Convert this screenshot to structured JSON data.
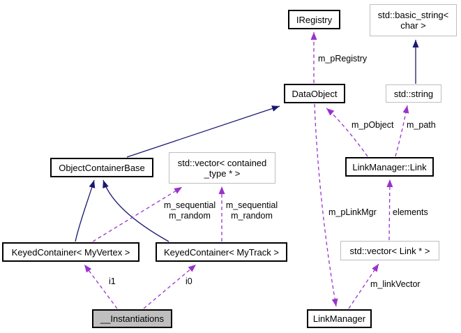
{
  "diagram": {
    "type": "collaboration-graph",
    "colors": {
      "inheritance_edge": "#191970",
      "usage_edge": "#9a32cd",
      "node_border": "#000000",
      "external_node_border": "#bebebe",
      "highlight_node_fill": "#bfbfbf",
      "background": "#ffffff"
    },
    "nodes": {
      "iregistry": {
        "label": "IRegistry"
      },
      "basic_string": {
        "label": "std::basic_string<\nchar >"
      },
      "dataobject": {
        "label": "DataObject"
      },
      "std_string": {
        "label": "std::string"
      },
      "object_container_base": {
        "label": "ObjectContainerBase"
      },
      "vector_contained_type": {
        "label": "std::vector< contained\n_type * >"
      },
      "linkmanager_link": {
        "label": "LinkManager::Link"
      },
      "keyed_container_myvertex": {
        "label": "KeyedContainer< MyVertex >"
      },
      "keyed_container_mytrack": {
        "label": "KeyedContainer< MyTrack >"
      },
      "vector_link_ptr": {
        "label": "std::vector< Link * >"
      },
      "instantiations": {
        "label": "__Instantiations"
      },
      "linkmanager": {
        "label": "LinkManager"
      }
    },
    "edge_labels": {
      "m_pRegistry": "m_pRegistry",
      "m_pObject": "m_pObject",
      "m_path": "m_path",
      "m_sequential_m_random_left": "m_sequential\nm_random",
      "m_sequential_m_random_right": "m_sequential\nm_random",
      "m_pLinkMgr": "m_pLinkMgr",
      "elements": "elements",
      "m_linkVector": "m_linkVector",
      "i1": "i1",
      "i0": "i0"
    }
  }
}
